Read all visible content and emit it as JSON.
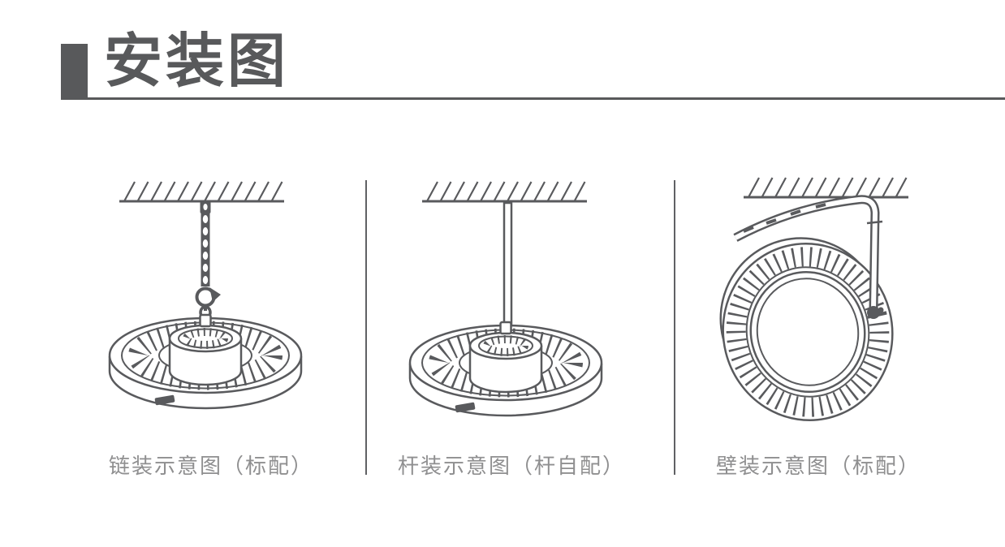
{
  "header": {
    "title": "安装图"
  },
  "panels": [
    {
      "id": "chain-mount",
      "caption": "链装示意图（标配）"
    },
    {
      "id": "pole-mount",
      "caption": "杆装示意图（杆自配）"
    },
    {
      "id": "wall-mount",
      "caption": "壁装示意图（标配）"
    }
  ],
  "colors": {
    "header": "#58595b",
    "line": "#595a5d",
    "caption": "#8f8f90",
    "divider": "#606164"
  }
}
